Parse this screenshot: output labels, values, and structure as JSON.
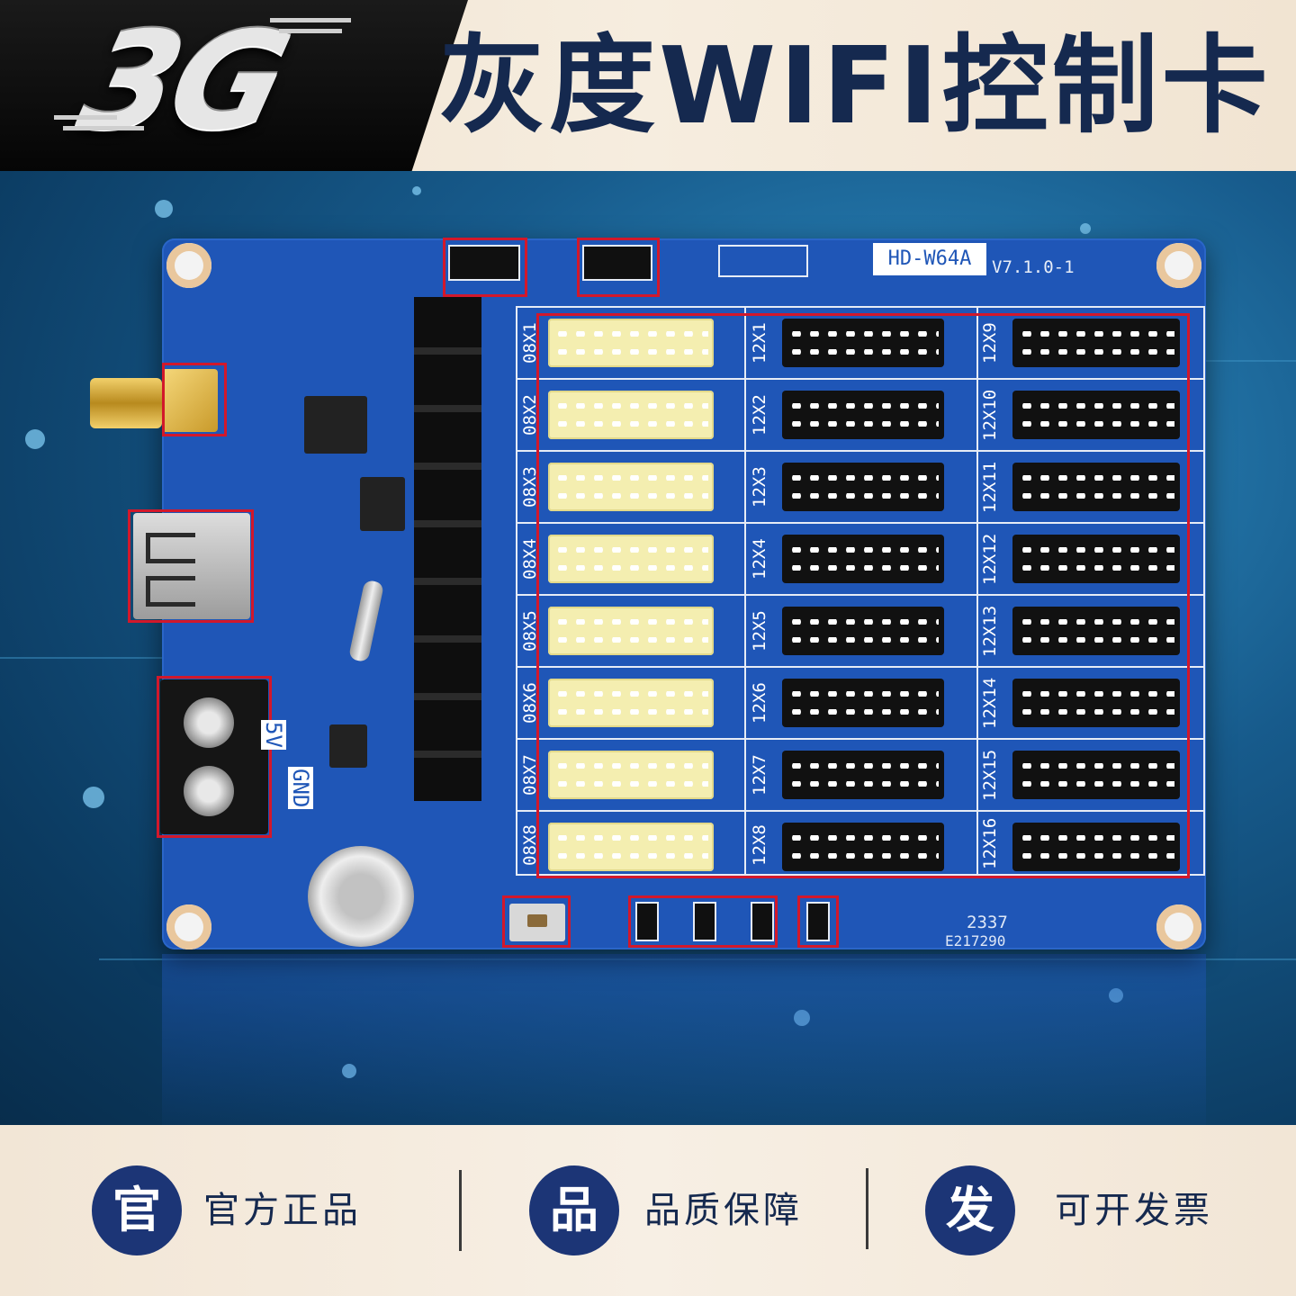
{
  "header": {
    "logo": "3G",
    "title": "灰度WIFI控制卡"
  },
  "board": {
    "model": "HD-W64A",
    "version": "V7.1.0-1",
    "date_code": "2337",
    "cert_code": "E217290",
    "power_labels": [
      "5V",
      "GND"
    ],
    "ports_08": [
      "08X1",
      "08X2",
      "08X3",
      "08X4",
      "08X5",
      "08X6",
      "08X7",
      "08X8"
    ],
    "ports_12a": [
      "12X1",
      "12X2",
      "12X3",
      "12X4",
      "12X5",
      "12X6",
      "12X7",
      "12X8"
    ],
    "ports_12b": [
      "12X9",
      "12X10",
      "12X11",
      "12X12",
      "12X13",
      "12X14",
      "12X15",
      "12X16"
    ]
  },
  "features": [
    {
      "icon": "官",
      "label": "官方正品"
    },
    {
      "icon": "品",
      "label": "品质保障"
    },
    {
      "icon": "发",
      "label": "可开发票"
    }
  ],
  "colors": {
    "title": "#15294f",
    "board": "#1f56b7",
    "highlight": "#d2182b",
    "badge": "#1c3576"
  }
}
